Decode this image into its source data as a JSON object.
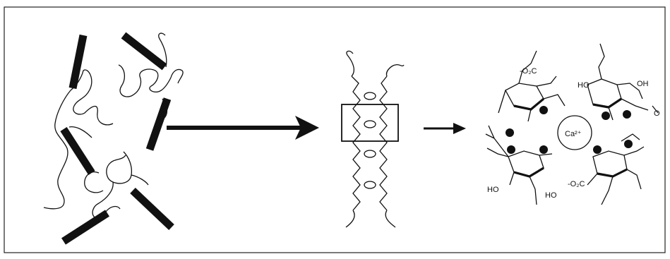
{
  "colors": {
    "ink": "#111111",
    "frame_border": "#222222",
    "background": "#ffffff"
  },
  "diagram": {
    "panels": [
      {
        "name": "polymer-chain-coil",
        "description_shown": false
      },
      {
        "name": "egg-box-chain-stack",
        "description_shown": false
      },
      {
        "name": "calcium-cavity-structure",
        "description_shown": false
      }
    ],
    "labels": {
      "carboxylate_top": "-O₂C",
      "ho_top": "HO",
      "oh_top": "OH",
      "o_right": "O",
      "calcium": "Ca²⁺",
      "carboxylate_bottom": "-O₂C",
      "ho_bottom_left": "HO",
      "ho_bottom_mid": "HO"
    }
  }
}
